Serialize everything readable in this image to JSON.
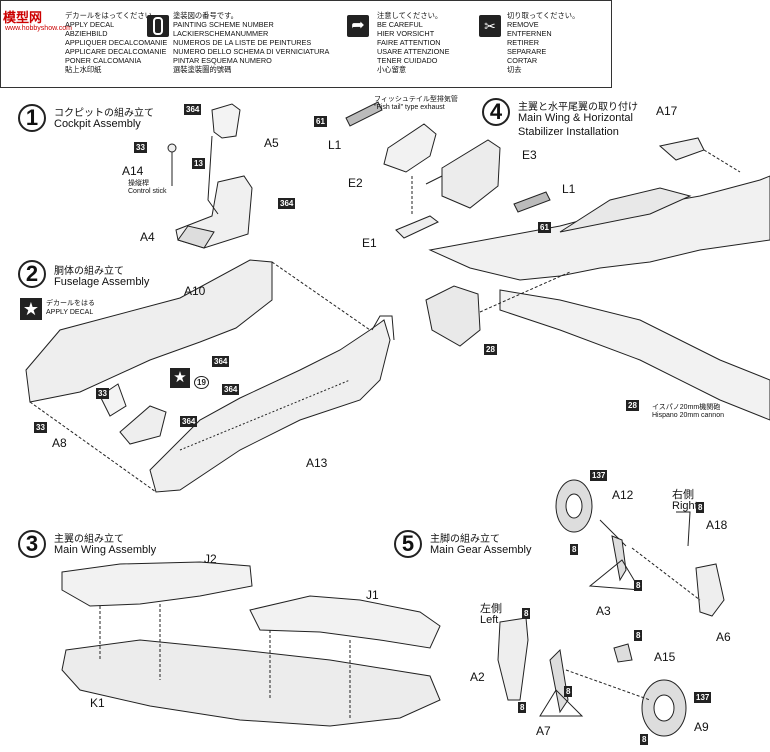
{
  "watermark": {
    "logo": "模型网",
    "sub": "www.hobbyshow.com"
  },
  "legend": [
    {
      "icon": "decal-icon",
      "text": "デカールをはってください。\nAPPLY DECAL\nABZIEHBILD\nAPPLIQUER DECALCOMANIE\nAPPLICARE DECALCOMANIE\nPONER CALCOMANIA\n貼上水印紙"
    },
    {
      "icon": "paint-number-icon",
      "text": "塗装図の番号です。\nPAINTING SCHEME NUMBER\nLACKIERSCHEMANUMMER\nNUMEROS DE LA LISTE DE PEINTURES\nNUMERO DELLO SCHEMA DI VERNICIATURA\nPINTAR ESQUEMA NUMERO\n選裝塗裝圖的號碼"
    },
    {
      "icon": "caution-icon",
      "text": "注意してください。\nBE CAREFUL\nHIER VORSICHT\nFAIRE ATTENTION\nUSARE ATTENZIONE\nTENER CUIDADO\n小心留意"
    },
    {
      "icon": "remove-icon",
      "text": "切り取ってください。\nREMOVE\nENTFERNEN\nRETIRER\nSEPARARE\nCORTAR\n切去"
    }
  ],
  "steps": [
    {
      "num": "1",
      "jp": "コクピットの組み立て",
      "en": "Cockpit Assembly"
    },
    {
      "num": "2",
      "jp": "胴体の組み立て",
      "en": "Fuselage Assembly"
    },
    {
      "num": "3",
      "jp": "主翼の組み立て",
      "en": "Main Wing Assembly"
    },
    {
      "num": "4",
      "jp": "主翼と水平尾翼の取り付け",
      "en": "Main Wing & Horizontal",
      "en2": "Stabilizer Installation"
    },
    {
      "num": "5",
      "jp": "主脚の組み立て",
      "en": "Main Gear Assembly"
    }
  ],
  "decal_note": {
    "jp": "デカールをはる",
    "en": "APPLY DECAL"
  },
  "labels": {
    "a5": "A5",
    "a14": "A14",
    "a4": "A4",
    "control_stick": "操縦桿\nControl stick",
    "l1a": "L1",
    "e2": "E2",
    "e3": "E3",
    "e1": "E1",
    "l1b": "L1",
    "exhaust": "フィッシュテイル型排気管\n\"Fish tail\" type exhaust",
    "a17": "A17",
    "a10": "A10",
    "a8": "A8",
    "a13": "A13",
    "cannon": "イスパノ20mm機関砲\nHispano 20mm cannon",
    "j2": "J2",
    "j1": "J1",
    "k1": "K1",
    "a12": "A12",
    "right_jp": "右側",
    "right_en": "Right",
    "a18": "A18",
    "a3": "A3",
    "a6": "A6",
    "left_jp": "左側",
    "left_en": "Left",
    "a15": "A15",
    "a2": "A2",
    "a7": "A7",
    "a9": "A9"
  },
  "badges": {
    "b364a": "364",
    "b33a": "33",
    "b13": "13",
    "b364b": "364",
    "b61a": "61",
    "b61b": "61",
    "b33b": "33",
    "b364c": "364",
    "b19": "19",
    "b364d": "364",
    "b364e": "364",
    "b33c": "33",
    "b28a": "28",
    "b28b": "28",
    "b137a": "137",
    "b8a": "8",
    "b8b": "8",
    "b8c": "8",
    "b8d": "8",
    "b8e": "8",
    "b8f": "8",
    "b8g": "8",
    "b137b": "137",
    "b8h": "8"
  }
}
